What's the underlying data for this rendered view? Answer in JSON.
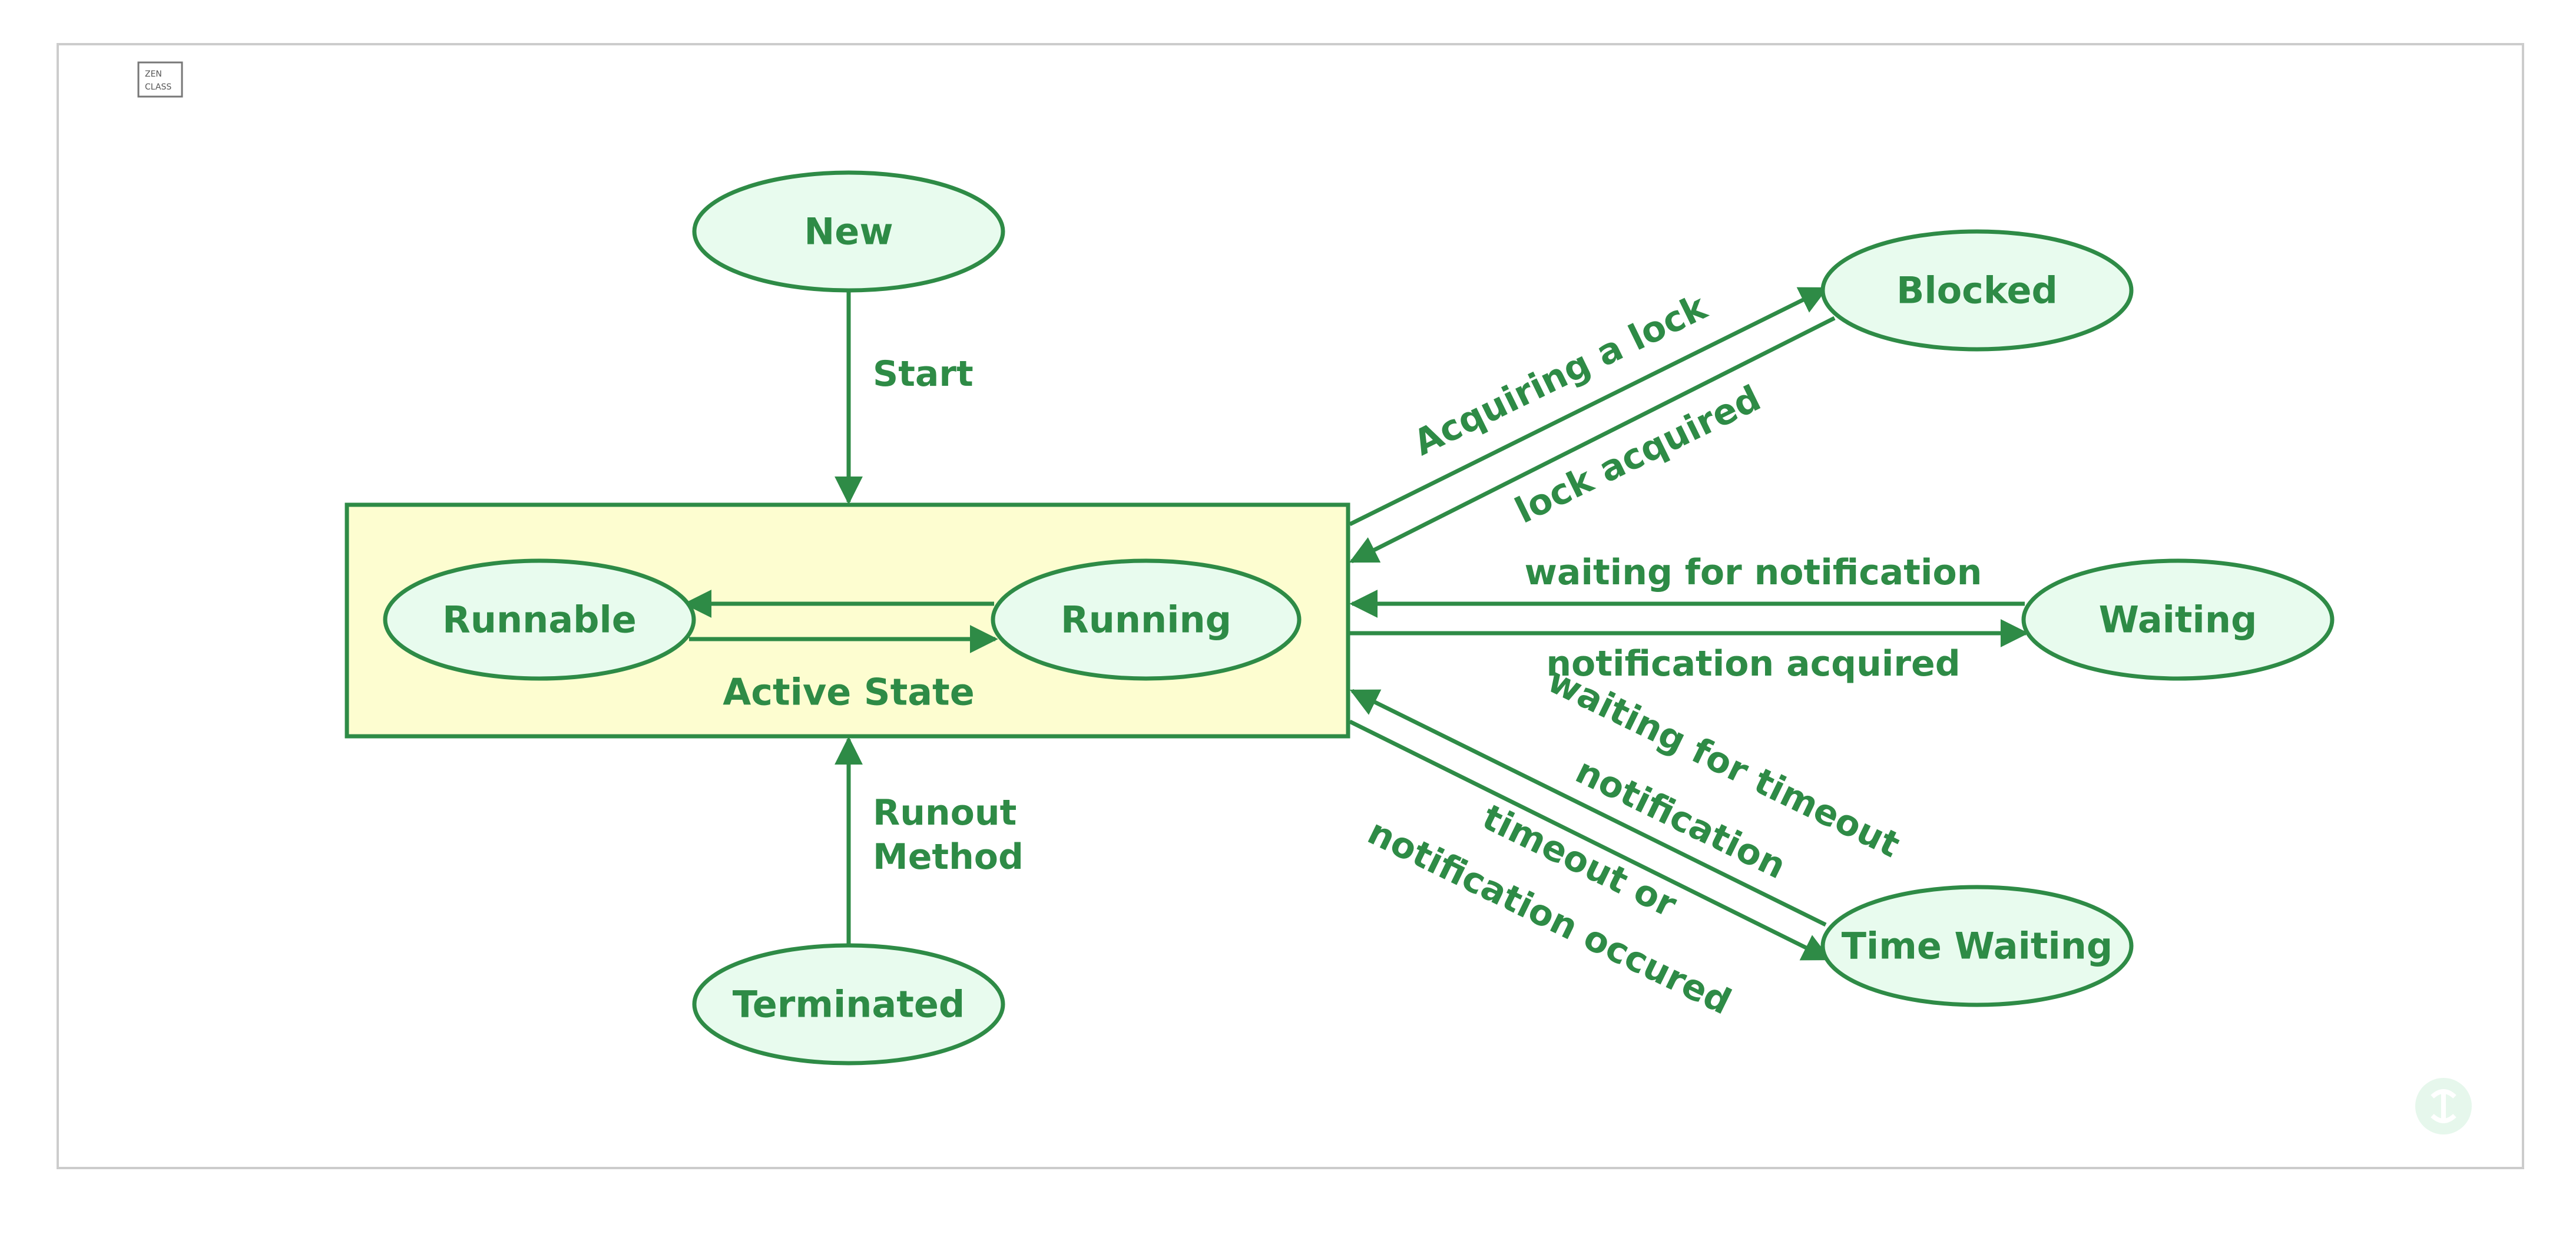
{
  "colors": {
    "stroke": "#2e8b46",
    "node_fill": "#e8fbee",
    "active_fill": "#fdfdd0",
    "text": "#2e8b46",
    "frame": "#cccccc"
  },
  "logo": {
    "line1": "ZEN",
    "line2": "CLASS"
  },
  "watermark_icon": "gfg-logo-icon",
  "states": {
    "new": "New",
    "runnable": "Runnable",
    "running": "Running",
    "active_state": "Active State",
    "terminated": "Terminated",
    "blocked": "Blocked",
    "waiting": "Waiting",
    "time_waiting": "Time Waiting"
  },
  "transitions": {
    "start": "Start",
    "runout_line1": "Runout",
    "runout_line2": "Method",
    "acquiring_lock": "Acquiring a lock",
    "lock_acquired": "lock acquired",
    "waiting_for_notification": "waiting for notification",
    "notification_acquired": "notification acquired",
    "waiting_for_timeout_line1": "waiting for timeout",
    "waiting_for_timeout_line2": "notification",
    "timeout_occured_line1": "timeout or",
    "timeout_occured_line2": "notification occured"
  }
}
